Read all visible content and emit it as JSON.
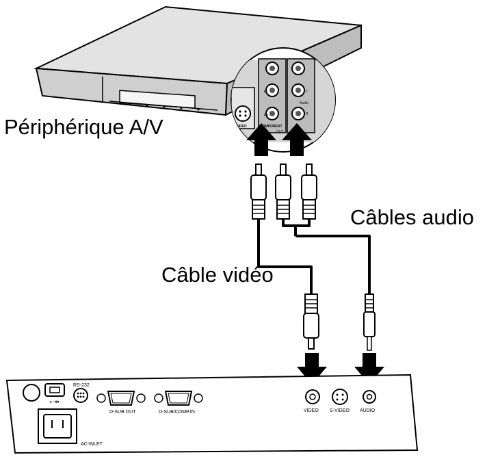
{
  "labels": {
    "device": "Périphérique A/V",
    "audio_cables": "Câbles audio",
    "video_cable": "Câble vidéo"
  },
  "av_device_panel": {
    "svideo": "S-VIDEO",
    "component": "COMPONENT",
    "out": "OUT",
    "audio": "Audio",
    "pr": "Pr",
    "pb": "Pb",
    "l": "L",
    "r": "R"
  },
  "projector_panel": {
    "rs232": "RS-232",
    "dsub_out": "D-SUB OUT",
    "dsub_comp_in": "D-SUB/COMP.IN",
    "ac_inlet": "AC-INLET",
    "video": "VIDEO",
    "svideo": "S-VIDEO",
    "audio": "AUDIO"
  },
  "colors": {
    "line": "#000000",
    "device_gray": "#d9d9d9",
    "panel_gray": "#b8b8b8",
    "white": "#ffffff"
  }
}
